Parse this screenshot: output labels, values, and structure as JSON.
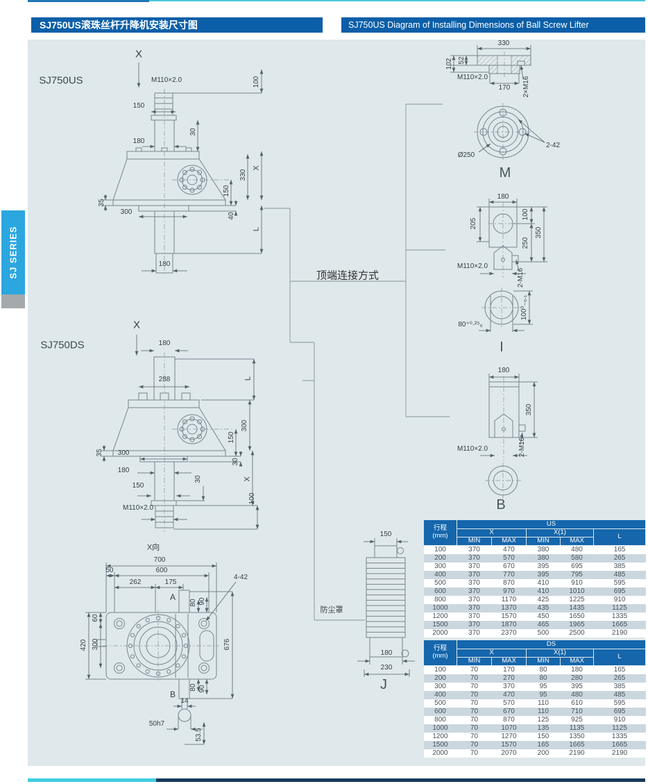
{
  "header": {
    "title_cn": "SJ750US滚珠丝杆升降机安装尺寸图",
    "title_en": "SJ750US Diagram of Installing Dimensions of Ball Screw Lifter"
  },
  "side_tab": "SJ SERIES",
  "labels": {
    "model_us": "SJ750US",
    "model_ds": "SJ750DS",
    "top_connection": "顶端连接方式",
    "dust_cover": "防尘罩",
    "x_view": "X向",
    "conn_m": "M",
    "conn_i": "I",
    "conn_b": "B",
    "conn_j": "J"
  },
  "dims": {
    "us": [
      "X",
      "M110×2.0",
      "100",
      "150",
      "30",
      "180",
      "X",
      "330",
      "150",
      "35",
      "300",
      "40",
      "L",
      "180"
    ],
    "ds": [
      "X",
      "180",
      "288",
      "L",
      "300",
      "150",
      "35",
      "300",
      "30",
      "X",
      "180",
      "30",
      "150",
      "100",
      "M110×2.0"
    ],
    "xv": [
      "700",
      "50",
      "600",
      "262",
      "175",
      "4-42",
      "A",
      "80",
      "90",
      "60",
      "300",
      "420",
      "676",
      "B",
      "80",
      "90",
      "14",
      "50h7",
      "53.5"
    ],
    "m": [
      "330",
      "102",
      "52",
      "M110×2.0",
      "170",
      "2×M16",
      "Ø250",
      "2-42"
    ],
    "i": [
      "180",
      "205",
      "100",
      "350",
      "250",
      "M110×2.0",
      "2-M16",
      "100⁰₋₀.₁",
      "80⁺⁰·²⁵₀"
    ],
    "b": [
      "180",
      "350",
      "M110×2.0",
      "2-M16"
    ],
    "j": [
      "150",
      "180",
      "230"
    ]
  },
  "tables": {
    "stroke_label": "行程",
    "stroke_unit": "(mm)",
    "col_x": "X",
    "col_x1": "X(1)",
    "col_l": "L",
    "min": "MIN",
    "max": "MAX",
    "us": {
      "group": "US",
      "rows": [
        [
          100,
          370,
          470,
          380,
          480,
          165
        ],
        [
          200,
          370,
          570,
          380,
          580,
          265
        ],
        [
          300,
          370,
          670,
          395,
          695,
          385
        ],
        [
          400,
          370,
          770,
          395,
          795,
          485
        ],
        [
          500,
          370,
          870,
          410,
          910,
          595
        ],
        [
          600,
          370,
          970,
          410,
          1010,
          695
        ],
        [
          800,
          370,
          1170,
          425,
          1225,
          910
        ],
        [
          1000,
          370,
          1370,
          435,
          1435,
          1125
        ],
        [
          1200,
          370,
          1570,
          450,
          1650,
          1335
        ],
        [
          1500,
          370,
          1870,
          465,
          1965,
          1665
        ],
        [
          2000,
          370,
          2370,
          500,
          2500,
          2190
        ]
      ]
    },
    "ds": {
      "group": "DS",
      "rows": [
        [
          100,
          70,
          170,
          80,
          180,
          165
        ],
        [
          200,
          70,
          270,
          80,
          280,
          265
        ],
        [
          300,
          70,
          370,
          95,
          395,
          385
        ],
        [
          400,
          70,
          470,
          95,
          480,
          485
        ],
        [
          500,
          70,
          570,
          110,
          610,
          595
        ],
        [
          600,
          70,
          670,
          110,
          710,
          695
        ],
        [
          800,
          70,
          870,
          125,
          925,
          910
        ],
        [
          1000,
          70,
          1070,
          135,
          1135,
          1125
        ],
        [
          1200,
          70,
          1270,
          150,
          1350,
          1335
        ],
        [
          1500,
          70,
          1570,
          165,
          1665,
          1665
        ],
        [
          2000,
          70,
          2070,
          200,
          2190,
          2190
        ]
      ]
    }
  },
  "colors": {
    "header_blue": "#0b5fa8",
    "table_header_blue": "#1566ac",
    "tab_blue": "#2ba6df",
    "cyan_line": "#3ecfe0",
    "navy_line": "#17395c",
    "panel_bg": "#dfe8eb"
  }
}
